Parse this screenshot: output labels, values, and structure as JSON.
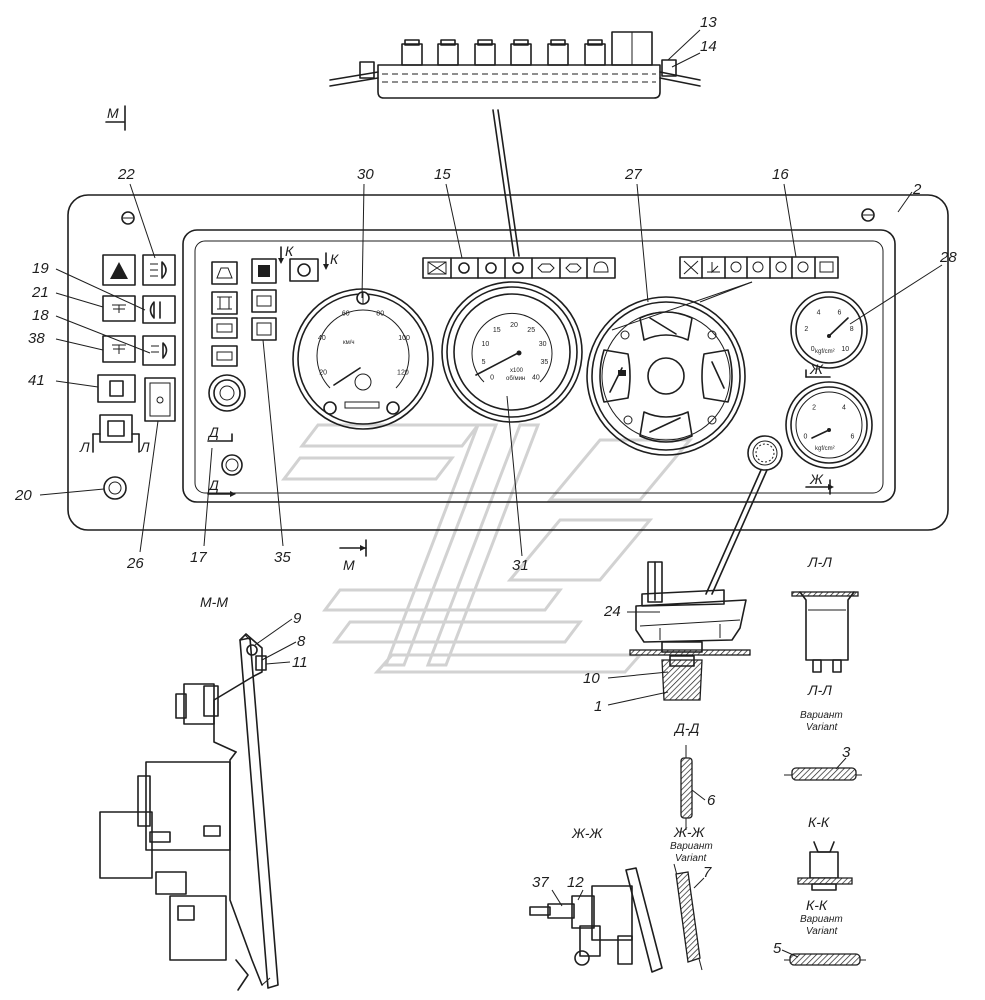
{
  "callouts": {
    "n13": "13",
    "n14": "14",
    "n22": "22",
    "n30": "30",
    "n15": "15",
    "n27": "27",
    "n16": "16",
    "n2": "2",
    "n28": "28",
    "n19": "19",
    "n21": "21",
    "n18": "18",
    "n38": "38",
    "n41": "41",
    "n20": "20",
    "n26": "26",
    "n17": "17",
    "n35": "35",
    "n31": "31",
    "n9": "9",
    "n8": "8",
    "n11": "11",
    "n24": "24",
    "n10": "10",
    "n1": "1",
    "n3": "3",
    "n6": "6",
    "n7": "7",
    "n37": "37",
    "n12": "12",
    "n5": "5"
  },
  "section_marks": {
    "m_top": "М",
    "m_bottom": "М",
    "k_left": "К",
    "k_right": "К",
    "d_upper": "Д",
    "d_lower": "Д",
    "zh_upper": "Ж",
    "zh_lower": "Ж",
    "l_left": "Л",
    "l_right": "Л"
  },
  "section_titles": {
    "mm": "М-М",
    "ll": "Л-Л",
    "ll_variant": "Л-Л",
    "dd": "Д-Д",
    "zhzh": "Ж-Ж",
    "zhzh_variant": "Ж-Ж",
    "kk": "К-К",
    "kk_variant": "К-К"
  },
  "variant": {
    "ru": "Вариант",
    "en": "Variant"
  },
  "gauges": {
    "tachometer": {
      "scale": "x100",
      "unit": "об/мин",
      "ticks": [
        "0",
        "5",
        "10",
        "15",
        "20",
        "25",
        "30",
        "35",
        "40"
      ]
    },
    "speedometer": {
      "unit": "км/ч",
      "ticks": [
        "20",
        "40",
        "60",
        "80",
        "100",
        "120"
      ]
    },
    "pressure_upper": {
      "unit": "kgf/cm²",
      "ticks": [
        "0",
        "2",
        "4",
        "6",
        "8",
        "10"
      ]
    },
    "pressure_lower": {
      "unit": "kgf/cm²",
      "ticks": [
        "0",
        "2",
        "4",
        "6"
      ]
    }
  }
}
